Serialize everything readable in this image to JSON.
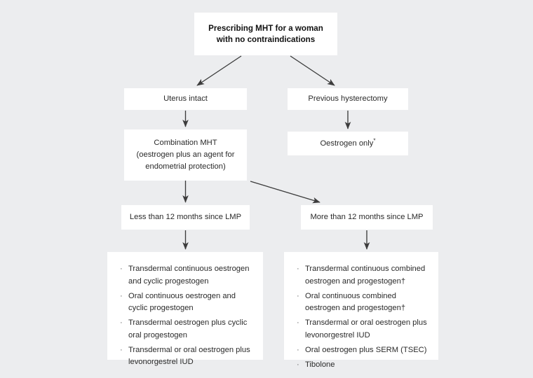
{
  "diagram": {
    "background_color": "#ECEDEF",
    "node_color": "#FFFFFF",
    "arrow_color": "#3c3c3c",
    "title_node": {
      "line1": "Prescribing MHT for a woman",
      "line2": "with no contraindications"
    },
    "branch_uterus": {
      "label": "Uterus intact"
    },
    "branch_hysterectomy": {
      "label": "Previous hysterectomy"
    },
    "combination_mht": {
      "line1": "Combination MHT",
      "line2": "(oestrogen plus an agent for",
      "line3": "endometrial protection)"
    },
    "oestrogen_only": {
      "label": "Oestrogen only",
      "marker": "*"
    },
    "less_than_12": {
      "label": "Less than 12 months since LMP"
    },
    "more_than_12": {
      "label": "More than 12 months since LMP"
    },
    "options_less_than_12": {
      "bullet_glyph": "·",
      "items": [
        "Transdermal continuous oestrogen and cyclic progestogen",
        "Oral continuous oestrogen and cyclic progestogen",
        "Transdermal oestrogen plus cyclic oral progestogen",
        "Transdermal or oral oestrogen plus levonorgestrel IUD"
      ]
    },
    "options_more_than_12": {
      "bullet_glyph": "·",
      "items": [
        "Transdermal continuous combined oestrogen and progestogen†",
        "Oral continuous combined oestrogen and progestogen†",
        "Transdermal or oral oestrogen plus levonorgestrel IUD",
        "Oral oestrogen plus SERM (TSEC)",
        "Tibolone"
      ]
    }
  }
}
